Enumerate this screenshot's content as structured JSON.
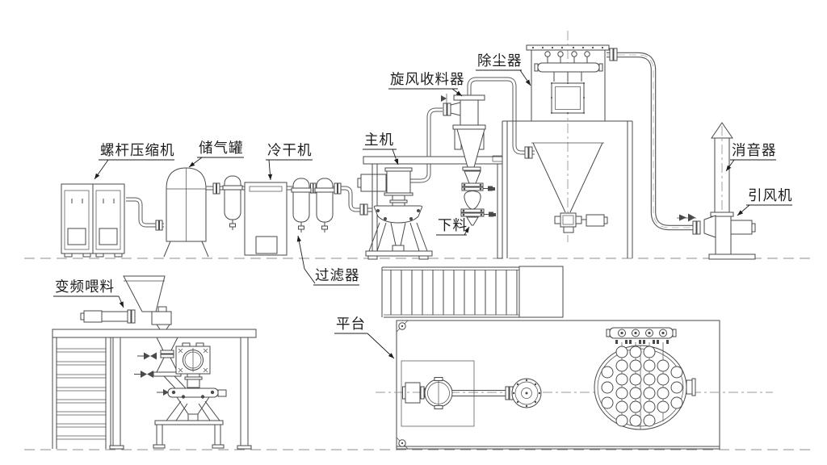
{
  "diagram": {
    "type": "equipment-process-line-drawing",
    "labels": {
      "screw_compressor": "螺杆压缩机",
      "air_tank": "储气罐",
      "cold_dryer": "冷干机",
      "filter": "过滤器",
      "main_machine": "主机",
      "cyclone_collector": "旋风收料器",
      "dust_collector": "除尘器",
      "discharge": "下料",
      "muffler": "消音器",
      "induced_draft_fan": "引风机",
      "vf_feeder": "变频喂料",
      "platform": "平台"
    },
    "colors": {
      "line": "#4a4a4a",
      "pipe": "#5a5a5a",
      "text": "#1c1c1c",
      "dashed": "#8c8c8c",
      "background": "#ffffff"
    }
  }
}
